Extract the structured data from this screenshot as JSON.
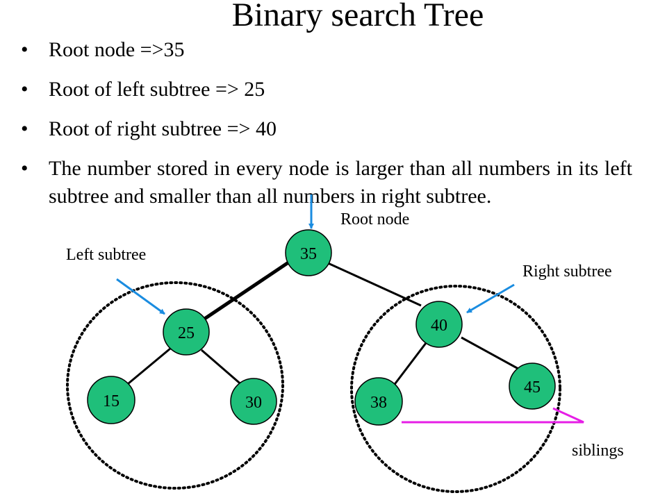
{
  "title": "Binary search Tree",
  "bullets": [
    "Root node =>35",
    "Root of left subtree => 25",
    "Root of right subtree => 40",
    "The number stored in every node is larger than all numbers in its left subtree and smaller than all numbers in right subtree."
  ],
  "labels": {
    "root_node": "Root node",
    "left_subtree": "Left subtree",
    "right_subtree": "Right subtree",
    "siblings": "siblings"
  },
  "nodes": {
    "n35": "35",
    "n25": "25",
    "n40": "40",
    "n15": "15",
    "n30": "30",
    "n38": "38",
    "n45": "45"
  },
  "colors": {
    "node_fill": "#1fbf7a",
    "pointer_arrow": "#1a8ce0",
    "siblings_arrow": "#e61ee6",
    "edge": "#000000"
  }
}
